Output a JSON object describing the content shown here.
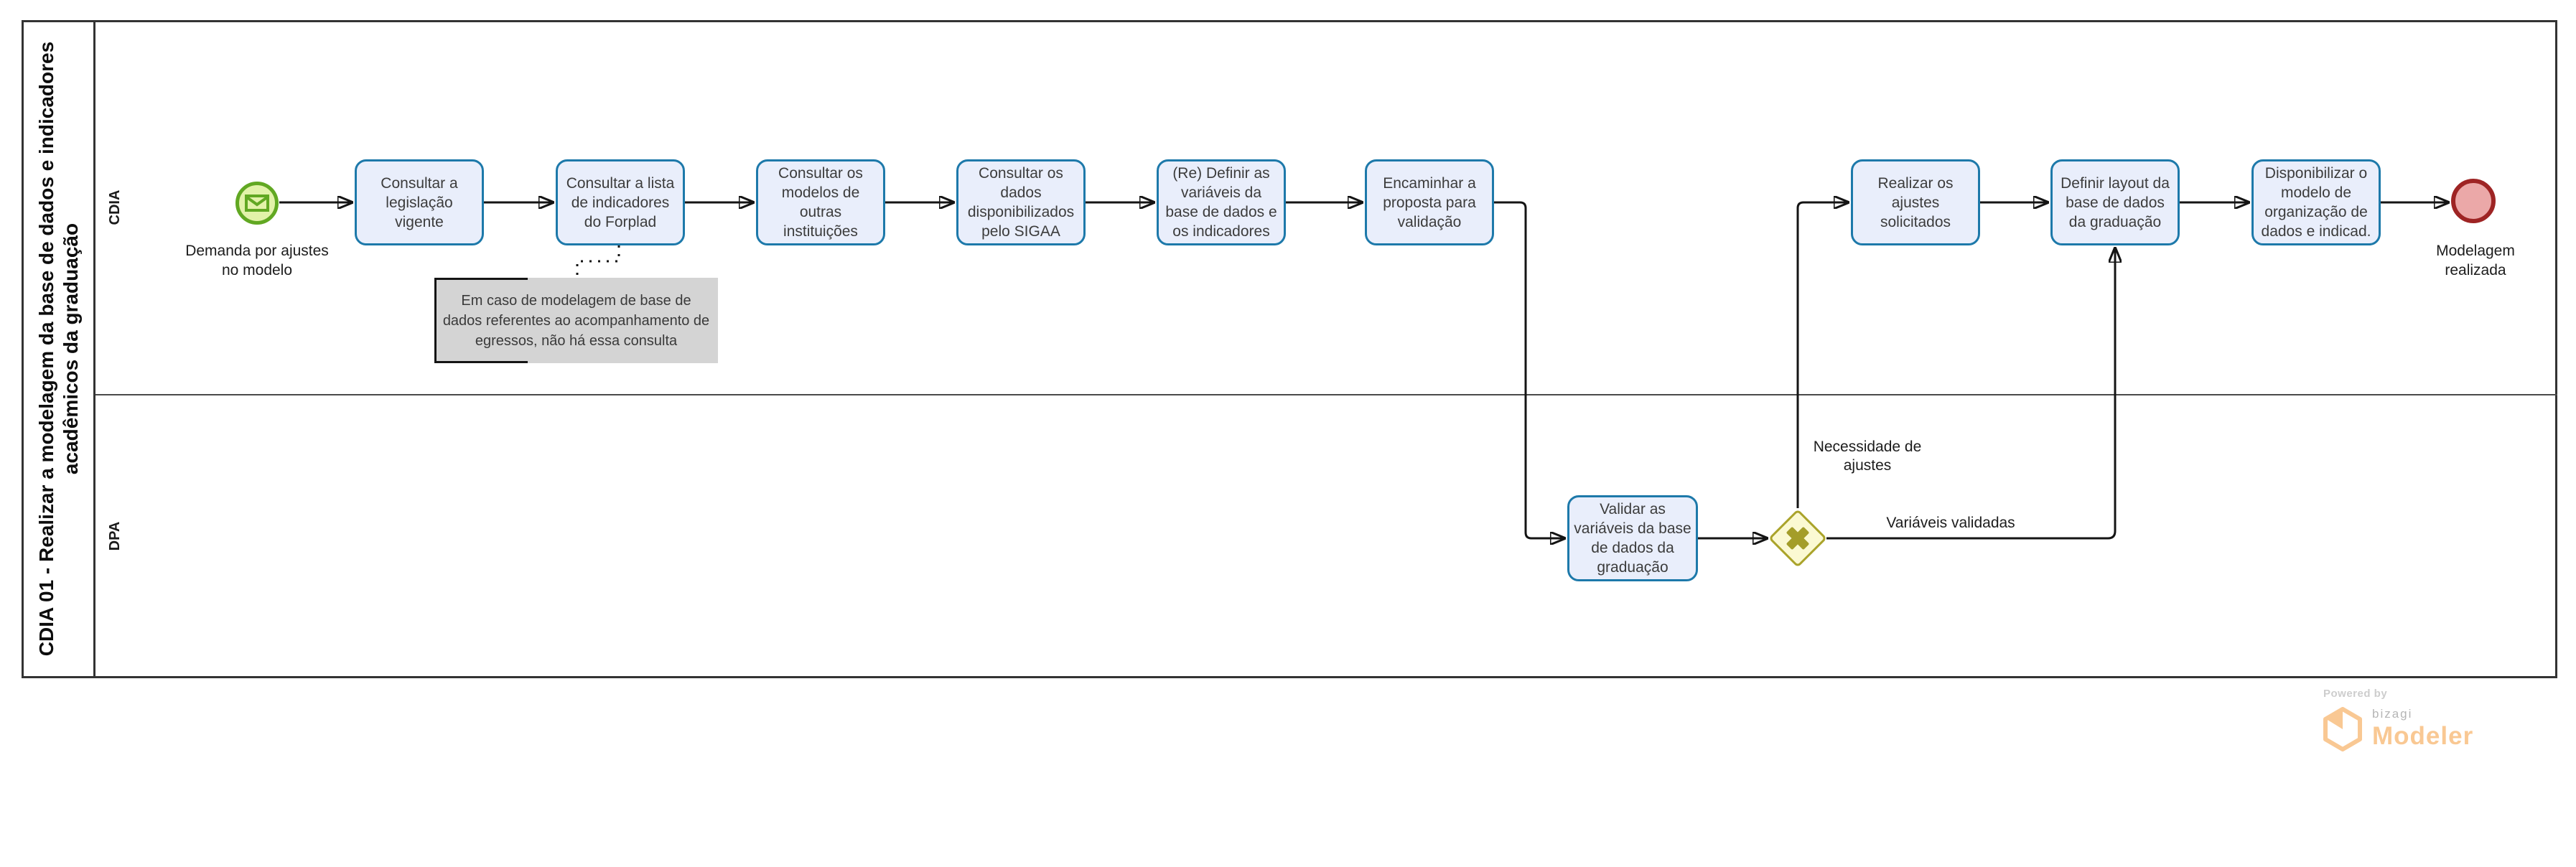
{
  "pool": {
    "title": "CDIA 01 - Realizar a modelagem da base de dados e indicadores acadêmicos da graduação",
    "lanes": [
      {
        "label": "CDIA"
      },
      {
        "label": "DPA"
      }
    ]
  },
  "start_event": {
    "label": "Demanda por ajustes no modelo"
  },
  "end_event": {
    "label": "Modelagem realizada"
  },
  "tasks": [
    {
      "id": "t1",
      "lane": "CDIA",
      "label": "Consultar a legislação vigente"
    },
    {
      "id": "t2",
      "lane": "CDIA",
      "label": "Consultar a lista de indicadores do Forplad"
    },
    {
      "id": "t3",
      "lane": "CDIA",
      "label": "Consultar os modelos de outras instituições"
    },
    {
      "id": "t4",
      "lane": "CDIA",
      "label": "Consultar os dados disponibilizados pelo SIGAA"
    },
    {
      "id": "t5",
      "lane": "CDIA",
      "label": "(Re) Definir as variáveis da base de dados e os indicadores"
    },
    {
      "id": "t6",
      "lane": "CDIA",
      "label": "Encaminhar a proposta para validação"
    },
    {
      "id": "t7",
      "lane": "CDIA",
      "label": "Realizar os ajustes solicitados"
    },
    {
      "id": "t8",
      "lane": "CDIA",
      "label": "Definir layout da base de dados da graduação"
    },
    {
      "id": "t9",
      "lane": "CDIA",
      "label": "Disponibilizar o modelo de organização de dados e indicad."
    },
    {
      "id": "t10",
      "lane": "DPA",
      "label": "Validar as variáveis da base de dados da graduação"
    }
  ],
  "gateway": {
    "type": "exclusive"
  },
  "flow_labels": {
    "needs_adjustments": "Necessidade de ajustes",
    "validated": "Variáveis validadas"
  },
  "annotation": {
    "text": "Em caso de modelagem de base de dados referentes ao acompanhamento de egressos, não há essa consulta"
  },
  "branding": {
    "powered_by": "Powered by",
    "brand": "bizagi",
    "product": "Modeler"
  },
  "colors": {
    "task_fill": "#e9eefb",
    "task_border": "#1d79aa",
    "start_fill": "#e2f2a9",
    "start_border": "#61a822",
    "end_fill": "#eba8a8",
    "end_border": "#9e2424",
    "gateway_fill": "#fbf9d2",
    "gateway_border": "#aaa32a",
    "gateway_mark": "#a49d29",
    "annotation_fill": "#d4d4d4",
    "flow_line": "#141414",
    "pool_border": "#333333",
    "brand_orange": "#f9c893",
    "brand_gray": "#b5b5b5"
  }
}
